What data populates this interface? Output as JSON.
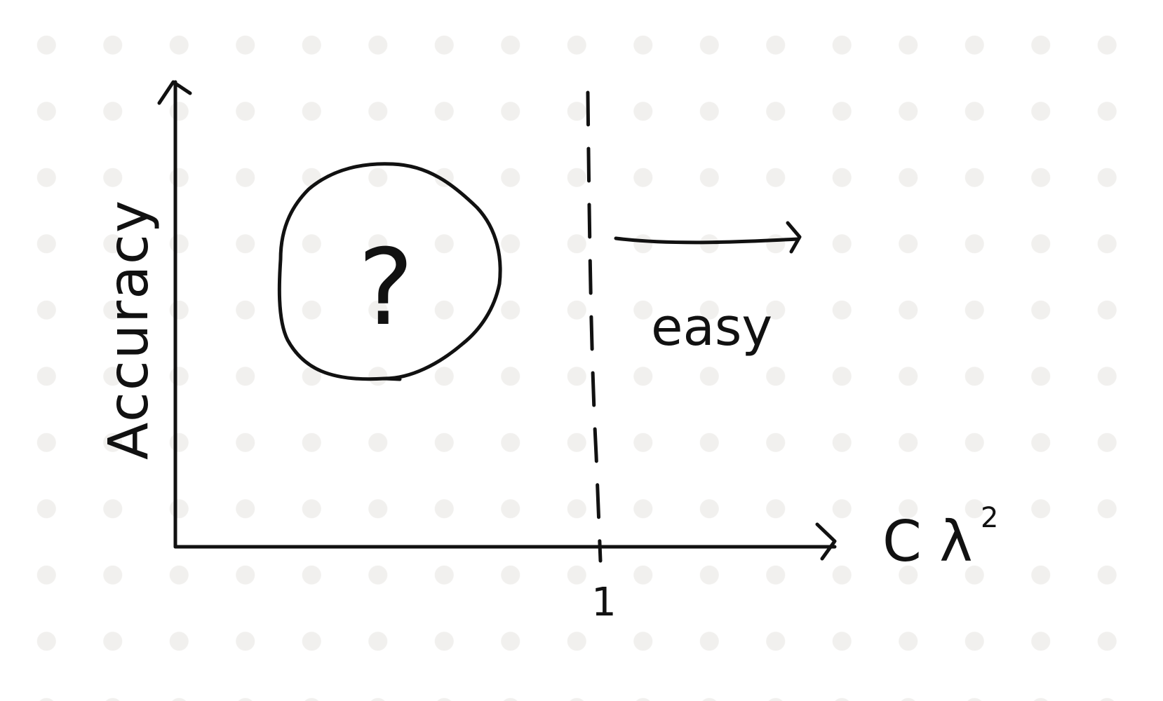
{
  "diagram": {
    "y_axis_label": "Accuracy",
    "x_axis_label": "C λ",
    "x_axis_superscript": "2",
    "tick_label": "1",
    "region_right_label": "easy",
    "unknown_region_symbol": "?",
    "ink_color": "#111111",
    "dot_grid_color": "#f1f0ee"
  }
}
